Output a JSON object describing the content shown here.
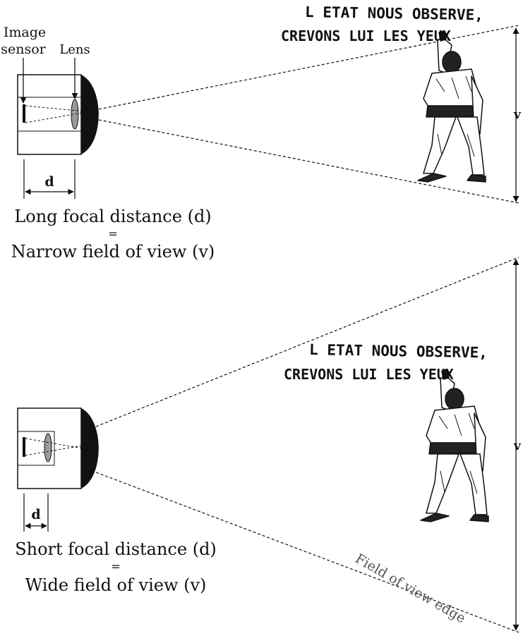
{
  "top_panel": {
    "label_image_sensor_line1": "Image",
    "label_image_sensor_line2": "sensor",
    "label_lens": "Lens",
    "distance_label": "d",
    "view_label": "v",
    "caption_line1": "Long focal distance (d)",
    "caption_equals": "=",
    "caption_line2": "Narrow field of view (v)",
    "graffiti_line1": "L ETAT NOUS OBSERVE,",
    "graffiti_line2": "CREVONS LUI LES YEUX"
  },
  "bottom_panel": {
    "distance_label": "d",
    "view_label": "v",
    "caption_line1": "Short focal distance (d)",
    "caption_equals": "=",
    "caption_line2": "Wide field of view (v)",
    "graffiti_line1": "L ETAT NOUS OBSERVE,",
    "graffiti_line2": "CREVONS LUI LES YEUX",
    "edge_label": "Field of view edge"
  },
  "colors": {
    "ink": "#111111",
    "lens_fill": "#9a9a9a",
    "edge_label": "#555555"
  }
}
